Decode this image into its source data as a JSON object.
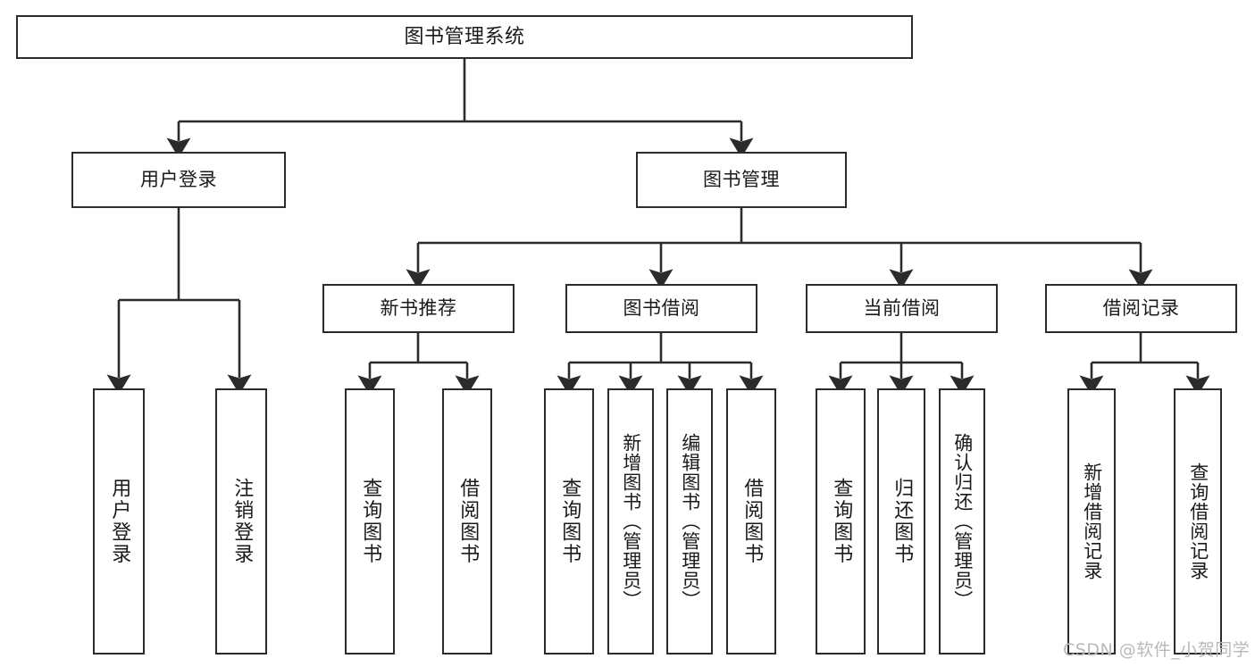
{
  "diagram": {
    "title": "图书管理系统",
    "type": "tree-hierarchy",
    "stroke_color": "#2b2b2b",
    "fill_color": "#ffffff",
    "text_color": "#1a1a1a"
  },
  "watermark": {
    "text": "CSDN @软件_小贺同学",
    "color": "#b9b9b9"
  },
  "nodes": {
    "root": {
      "label": "图书管理系统"
    },
    "l1": [
      {
        "id": "user-login",
        "label": "用户登录"
      },
      {
        "id": "book-manage",
        "label": "图书管理"
      }
    ],
    "l2": [
      {
        "id": "new-book-rec",
        "label": "新书推荐"
      },
      {
        "id": "book-borrow",
        "label": "图书借阅"
      },
      {
        "id": "current-borrow",
        "label": "当前借阅"
      },
      {
        "id": "borrow-record",
        "label": "借阅记录"
      }
    ],
    "leaves": {
      "user_login": [
        {
          "id": "leaf-user-login",
          "label": "用户登录"
        },
        {
          "id": "leaf-user-logout",
          "label": "注销登录"
        }
      ],
      "new_book_rec": [
        {
          "id": "leaf-query-book-1",
          "label": "查询图书"
        },
        {
          "id": "leaf-borrow-book-1",
          "label": "借阅图书"
        }
      ],
      "book_borrow": [
        {
          "id": "leaf-query-book-2",
          "label": "查询图书"
        },
        {
          "id": "leaf-add-book",
          "label": "新增图书（管理员）"
        },
        {
          "id": "leaf-edit-book",
          "label": "编辑图书（管理员）"
        },
        {
          "id": "leaf-borrow-book-2",
          "label": "借阅图书"
        }
      ],
      "current_borrow": [
        {
          "id": "leaf-query-book-3",
          "label": "查询图书"
        },
        {
          "id": "leaf-return-book",
          "label": "归还图书"
        },
        {
          "id": "leaf-confirm-return",
          "label": "确认归还（管理员）"
        }
      ],
      "borrow_record": [
        {
          "id": "leaf-add-record",
          "label": "新增借阅记录"
        },
        {
          "id": "leaf-query-record",
          "label": "查询借阅记录"
        }
      ]
    }
  }
}
